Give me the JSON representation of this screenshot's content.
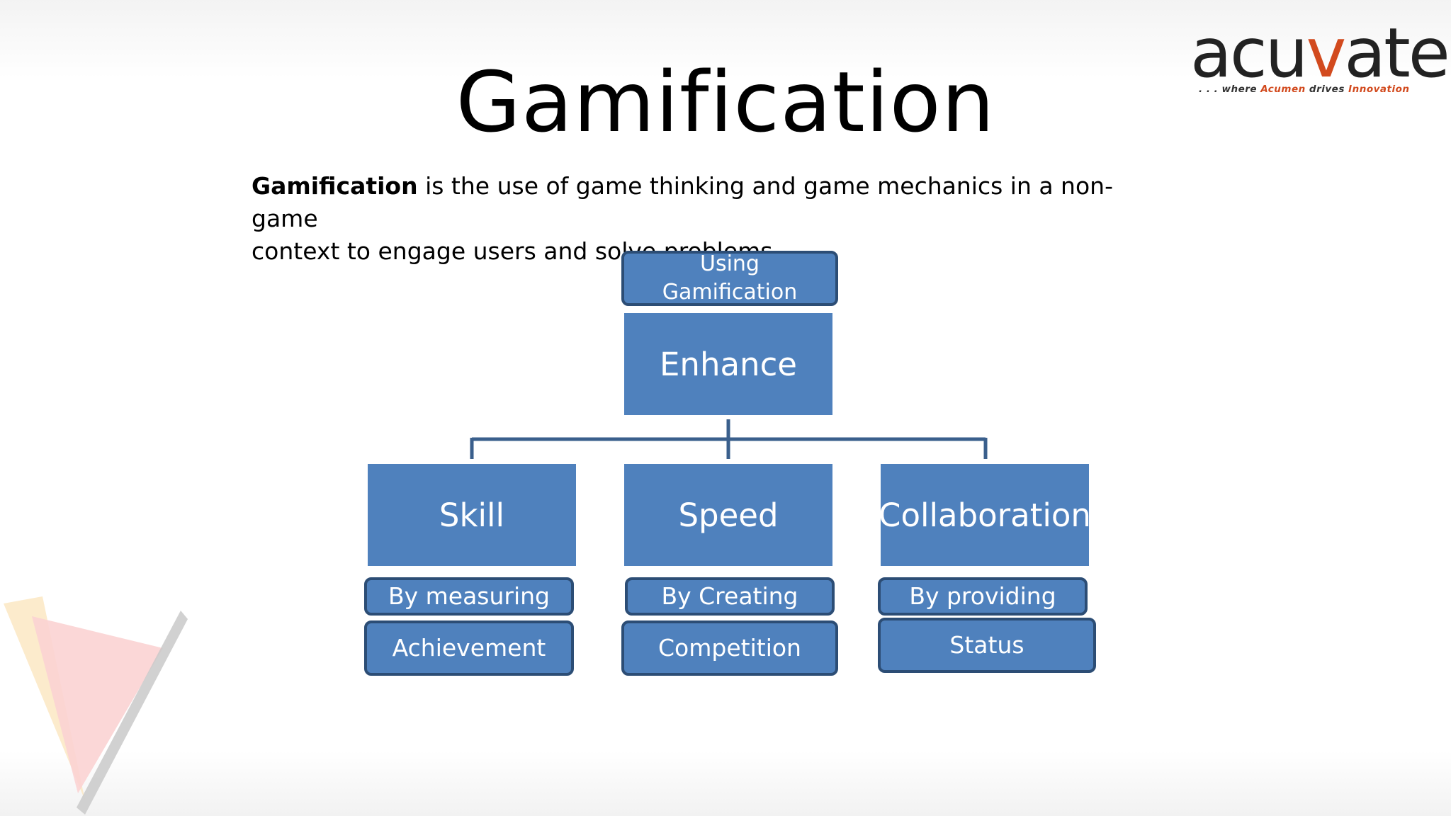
{
  "slide": {
    "title": "Gamification",
    "definition": {
      "term": "Gamification",
      "text_line1": " is the use of game thinking and game mechanics in a non-game",
      "text_line2": "context to engage users and solve problems"
    }
  },
  "logo": {
    "word_start": "acu",
    "word_v": "v",
    "word_end": "ate",
    "tag_prefix": ". . . where ",
    "tag_acumen": "Acumen",
    "tag_middle": " drives ",
    "tag_innovation": "Innovation",
    "accent_color": "#d24a1e"
  },
  "diagram": {
    "top_label_line1": "Using",
    "top_label_line2": "Gamification",
    "root": "Enhance",
    "branches": [
      {
        "name": "Skill",
        "method": "By measuring",
        "target": "Achievement"
      },
      {
        "name": "Speed",
        "method": "By Creating",
        "target": "Competition"
      },
      {
        "name": "Collaboration",
        "method": "By providing",
        "target": "Status"
      }
    ],
    "box_color": "#4f81bd",
    "border_color": "#2c4d75",
    "line_color": "#3a5f8c"
  }
}
